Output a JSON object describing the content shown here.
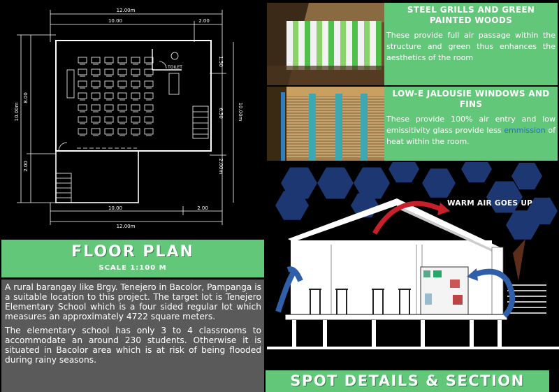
{
  "floor_plan": {
    "dimensions": {
      "top_overall": "12.00m",
      "top_left": "10.00",
      "top_right": "2.00",
      "bottom_left": "10.00",
      "bottom_right": "2.00",
      "bottom_overall": "12.00m",
      "left_upper": "8.00",
      "left_lower": "2.00",
      "left_overall": "10.00m",
      "right_upper": "1.50",
      "right_middle": "6.50",
      "right_lower": "2.00m",
      "right_overall": "10.00m"
    },
    "toilet_label": "TOILET",
    "title": "FLOOR PLAN",
    "scale": "SCALE 1:100 M",
    "paragraphs": [
      "A rural barangay like Brgy. Tenejero in Bacolor, Pampanga is a suitable location to this project. The target lot is Tenejero Elementary School which is a four sided regular lot which measures an approximately 4722 square meters.",
      "The elementary school has only 3 to 4 classrooms to accommodate an around 230 students. Otherwise it is situated in Bacolor area which is at risk of being flooded during rainy seasons."
    ]
  },
  "details": [
    {
      "title": "STEEL GRILLS AND GREEN PAINTED WOODS",
      "text": "These provide full air passage within the structure and green thus enhances the aesthetics of the room"
    },
    {
      "title": "LOW-E JALOUSIE WINDOWS AND FINS",
      "text_before": "These provide 100% air entry and low emissitivity glass provide less ",
      "text_highlight": "emmission",
      "text_after": " of heat within the room."
    }
  ],
  "section": {
    "warm_air_label": "WARM AIR GOES UP",
    "title": "SPOT DETAILS & SECTION"
  },
  "colors": {
    "accent_green": "#63c77a",
    "text_panel_gray": "#5a5a5a",
    "hexagon_blue": "#1f3a7a",
    "arrow_blue": "#2f5fa8",
    "arrow_red": "#c8202a"
  }
}
